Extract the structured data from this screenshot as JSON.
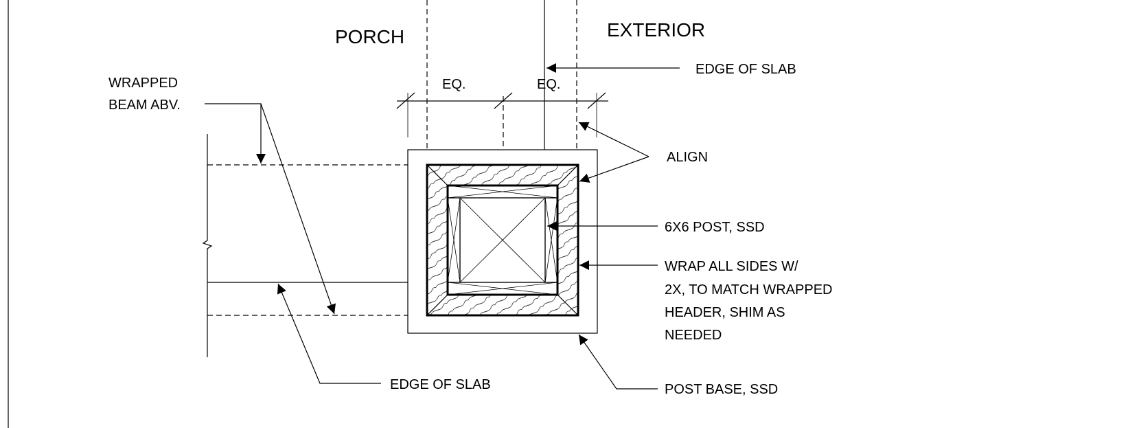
{
  "labels": {
    "porch": "PORCH",
    "exterior": "EXTERIOR",
    "edge_of_slab_top": "EDGE OF SLAB",
    "eq_left": "EQ.",
    "eq_right": "EQ.",
    "wrapped_beam_line1": "WRAPPED",
    "wrapped_beam_line2": "BEAM ABV.",
    "align": "ALIGN",
    "post": "6X6 POST, SSD",
    "wrap_line1": "WRAP ALL SIDES W/",
    "wrap_line2": "2X, TO MATCH WRAPPED",
    "wrap_line3": "HEADER, SHIM AS",
    "wrap_line4": "NEEDED",
    "edge_of_slab_bottom": "EDGE OF SLAB",
    "post_base": "POST BASE, SSD"
  },
  "colors": {
    "line": "#000000",
    "post_fill": "#dcdcdc",
    "background": "#ffffff"
  }
}
